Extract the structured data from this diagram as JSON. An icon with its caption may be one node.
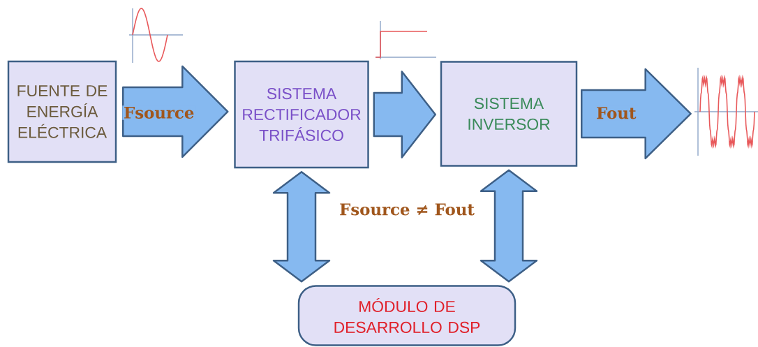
{
  "diagram": {
    "nodes": [
      {
        "text": [
          "FUENTE DE ENERGÍA ELÉCTRICA"
        ]
      },
      {
        "text": [
          "SISTEMA RECTIFICADOR TRIFÁSICO"
        ]
      },
      {
        "text": [
          "SISTEMA INVERSOR"
        ]
      },
      {
        "text": [
          "MÓDULO DE DESARROLLO DSP"
        ]
      },
      {
        "text": [],
        "shape": "picture"
      }
    ],
    "edges": [
      {
        "from": 0,
        "to": 1,
        "arrow": "to",
        "label": "Fsource"
      },
      {
        "from": 1,
        "to": 2,
        "arrow": "to"
      },
      {
        "from": 2,
        "to": 4,
        "arrow": "to",
        "label": "Fout"
      },
      {
        "from": 1,
        "to": 3,
        "arrow": "both"
      },
      {
        "from": 2,
        "to": 3,
        "arrow": "both"
      }
    ],
    "labels": [
      "Fsource ≠ Fout"
    ]
  }
}
